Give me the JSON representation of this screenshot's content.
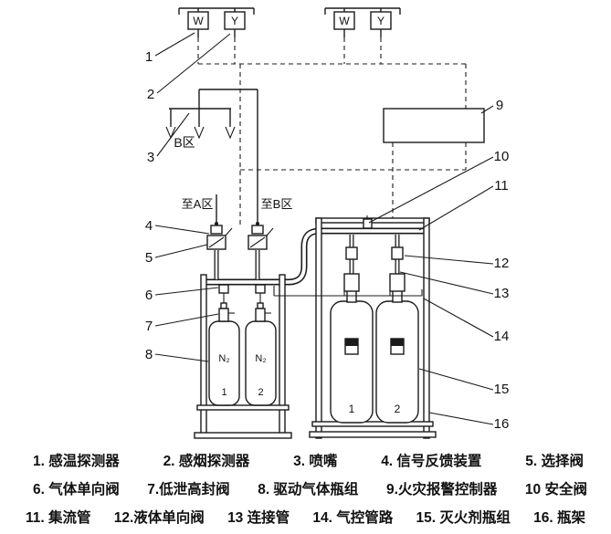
{
  "colors": {
    "ink": "#1b1b1b",
    "background": "#ffffff"
  },
  "diagram": {
    "detector_groups": [
      {
        "boxes": [
          "W",
          "Y"
        ]
      },
      {
        "boxes": [
          "W",
          "Y"
        ]
      }
    ],
    "zone_b_label": "B区",
    "to_zone_a": "至A区",
    "to_zone_b": "至B区",
    "drive_cylinders": {
      "gas_label": "N₂",
      "numbers": [
        "1",
        "2"
      ]
    },
    "agent_cylinders": {
      "numbers": [
        "1",
        "2"
      ]
    },
    "callouts": [
      "1",
      "2",
      "3",
      "4",
      "5",
      "6",
      "7",
      "8",
      "9",
      "10",
      "11",
      "12",
      "13",
      "14",
      "15",
      "16"
    ]
  },
  "legend": {
    "rows": [
      [
        "1. 感温探测器",
        "2. 感烟探测器",
        "3. 喷嘴",
        "4. 信号反馈装置",
        "5. 选择阀"
      ],
      [
        "6. 气体单向阀",
        "7.低泄高封阀",
        "8. 驱动气体瓶组",
        "9.火灾报警控制器",
        "10 安全阀"
      ],
      [
        "11. 集流管",
        "12.液体单向阀",
        "13 连接管",
        "14. 气控管路",
        "15. 灭火剂瓶组",
        "16. 瓶架"
      ]
    ]
  }
}
